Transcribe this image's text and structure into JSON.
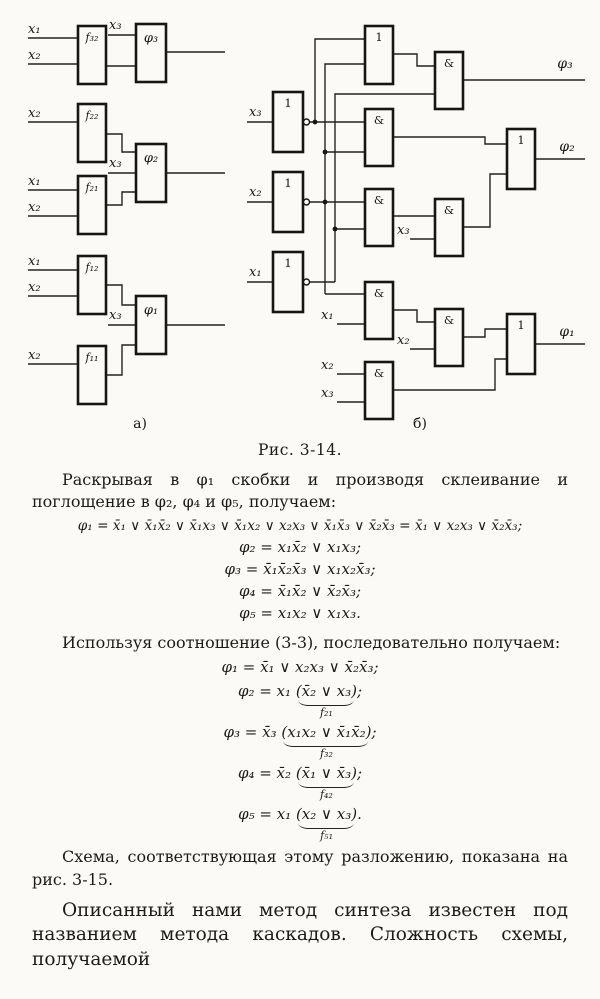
{
  "caption": "Рис. 3-14.",
  "diagram_a": {
    "sublabel": "а)",
    "inputs": {
      "x1": "x₁",
      "x2": "x₂",
      "x3": "x₃"
    },
    "blocks": {
      "f32": "f₃₂",
      "f22": "f₂₂",
      "f21": "f₂₁",
      "f12": "f₁₂",
      "f11": "f₁₁",
      "phi3": "φ₃",
      "phi2": "φ₂",
      "phi1": "φ₁"
    }
  },
  "diagram_b": {
    "sublabel": "б)",
    "gate_not": "1",
    "gate_and": "&",
    "gate_or": "1",
    "inputs": {
      "x1": "x₁",
      "x2": "x₂",
      "x3": "x₃"
    },
    "outputs": {
      "phi1": "φ₁",
      "phi2": "φ₂",
      "phi3": "φ₃"
    }
  },
  "paragraphs": {
    "p1": "Раскрывая в φ₁ скобки и производя склеивание и поглощение в φ₂, φ₄ и φ₅, получаем:",
    "p2": "Используя соотношение (3-3), последовательно получаем:",
    "p3": "Схема, соответствующая этому разложению, показана на рис. 3-15.",
    "p4": "Описанный нами метод синтеза известен под названием метода каскадов. Сложность схемы, получаемой"
  },
  "equations": {
    "eq1": "φ₁ = x̄₁ ∨ x̄₁x̄₂ ∨ x̄₁x₃ ∨ x̄₁x₂ ∨ x₂x₃ ∨ x̄₁x̄₃ ∨ x̄₂x̄₃ = x̄₁ ∨ x₂x₃ ∨ x̄₂x̄₃;",
    "eq2": "φ₂ = x₁x̄₂ ∨ x₁x₃;",
    "eq3": "φ₃ = x̄₁x̄₂x̄₃ ∨ x₁x₂x̄₃;",
    "eq4": "φ₄ = x̄₁x̄₂ ∨ x̄₂x̄₃;",
    "eq5": "φ₅ = x₁x₂ ∨ x₁x₃."
  },
  "derivations": {
    "d1": {
      "full": "φ₁ = x̄₁ ∨ x₂x₃ ∨ x̄₂x̄₃;"
    },
    "d2": {
      "prefix": "φ₂ = x₁ ",
      "expr": "(x̄₂ ∨ x₃)",
      "suffix": ";",
      "label": "f₂₁"
    },
    "d3": {
      "prefix": "φ₃ = x̄₃ ",
      "expr": "(x₁x₂ ∨ x̄₁x̄₂)",
      "suffix": ";",
      "label": "f₃₂"
    },
    "d4": {
      "prefix": "φ₄ = x̄₂ ",
      "expr": "(x̄₁ ∨ x̄₃)",
      "suffix": ";",
      "label": "f₄₂"
    },
    "d5": {
      "prefix": "φ₅ = x₁ ",
      "expr": "(x₂ ∨ x₃)",
      "suffix": ".",
      "label": "f₅₁"
    }
  }
}
